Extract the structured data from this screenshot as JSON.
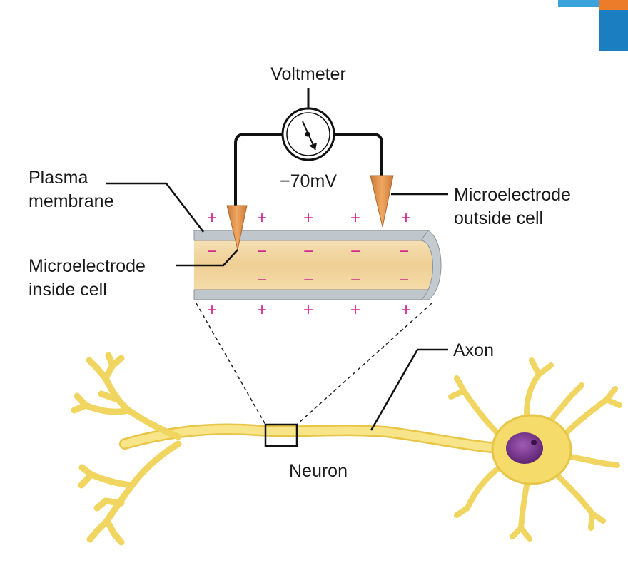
{
  "labels": {
    "voltmeter": "Voltmeter",
    "reading": "−70mV",
    "plasma_membrane_line1": "Plasma",
    "plasma_membrane_line2": "membrane",
    "electrode_outside_line1": "Microelectrode",
    "electrode_outside_line2": "outside cell",
    "electrode_inside_line1": "Microelectrode",
    "electrode_inside_line2": "inside cell",
    "axon": "Axon",
    "neuron": "Neuron"
  },
  "signs": {
    "outside": "+",
    "inside": "−"
  },
  "colors": {
    "sign": "#d0248f",
    "membrane": "#b9c0c6",
    "cytoplasm": "#f1d29a",
    "electrode": "#e89a4e",
    "neuron": "#f5dc6a",
    "nucleus": "#7a3a8e",
    "corner_orange": "#ec7b2a",
    "corner_blue": "#1a7ec1"
  }
}
